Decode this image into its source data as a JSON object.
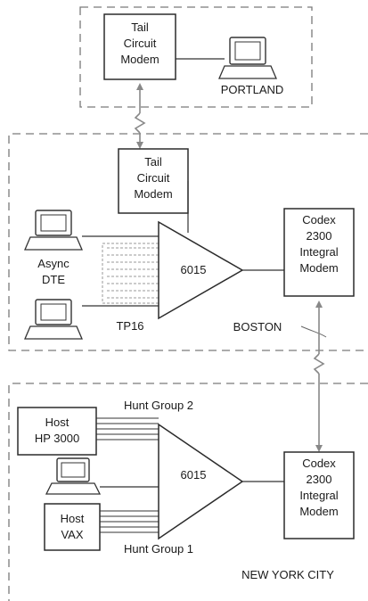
{
  "colors": {
    "stroke": "#333333",
    "box_stroke": "#2b2b2b",
    "dashed_border": "#7a7a7a",
    "link_line": "#888888",
    "background": "#ffffff"
  },
  "portland": {
    "modem": {
      "line1": "Tail",
      "line2": "Circuit",
      "line3": "Modem"
    },
    "terminal_icon": "terminal-icon",
    "city_label": "PORTLAND"
  },
  "boston": {
    "tail_modem": {
      "line1": "Tail",
      "line2": "Circuit",
      "line3": "Modem"
    },
    "async_label": {
      "line1": "Async",
      "line2": "DTE"
    },
    "mux_label": "6015",
    "tp_label": "TP16",
    "codex": {
      "line1": "Codex",
      "line2": "2300",
      "line3": "Integral",
      "line4": "Modem"
    },
    "city_label": "BOSTON"
  },
  "newyork": {
    "host_hp": {
      "line1": "Host",
      "line2": "HP 3000"
    },
    "host_vax": {
      "line1": "Host",
      "line2": "VAX"
    },
    "hunt_group_2": "Hunt Group 2",
    "hunt_group_1": "Hunt Group 1",
    "mux_label": "6015",
    "codex": {
      "line1": "Codex",
      "line2": "2300",
      "line3": "Integral",
      "line4": "Modem"
    },
    "city_label": "NEW YORK CITY"
  }
}
